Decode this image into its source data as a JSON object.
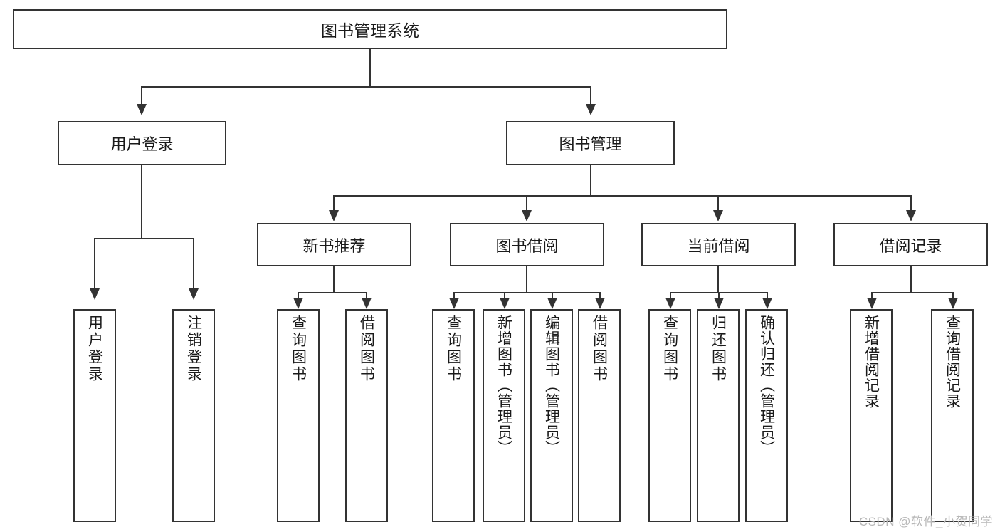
{
  "diagram": {
    "title": "图书管理系统",
    "root": {
      "label": "图书管理系统"
    },
    "level2": [
      {
        "label": "用户登录"
      },
      {
        "label": "图书管理"
      }
    ],
    "level3": [
      {
        "label": "新书推荐"
      },
      {
        "label": "图书借阅"
      },
      {
        "label": "当前借阅"
      },
      {
        "label": "借阅记录"
      }
    ],
    "leaves": [
      {
        "label": "用户登录"
      },
      {
        "label": "注销登录"
      },
      {
        "label": "查询图书"
      },
      {
        "label": "借阅图书"
      },
      {
        "label": "查询图书"
      },
      {
        "label": "新增图书（管理员）"
      },
      {
        "label": "编辑图书（管理员）"
      },
      {
        "label": "借阅图书"
      },
      {
        "label": "查询图书"
      },
      {
        "label": "归还图书"
      },
      {
        "label": "确认归还（管理员）"
      },
      {
        "label": "新增借阅记录"
      },
      {
        "label": "查询借阅记录"
      }
    ],
    "watermark": "CSDN @软件_小贺同学",
    "colors": {
      "stroke": "#333333",
      "text": "#1a1a1a",
      "background": "#ffffff",
      "watermark": "#b8b8b8"
    }
  }
}
